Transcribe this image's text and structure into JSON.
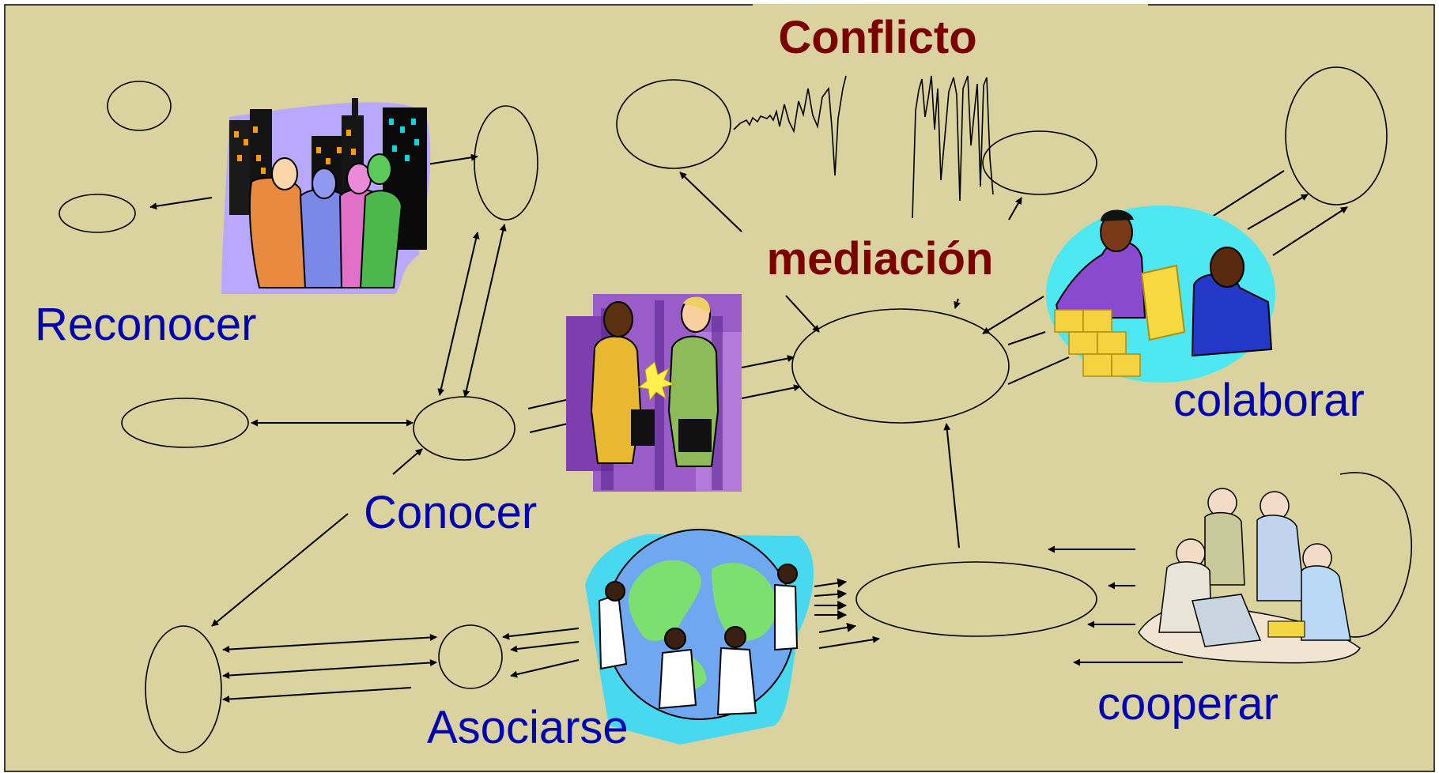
{
  "colors": {
    "background": "#DAD29F",
    "node_stroke": "#000000",
    "title_color": "#7B0000",
    "label_color": "#0000B4"
  },
  "title": "Conflicto",
  "center_label": "mediación",
  "labels": {
    "reconocer": "Reconocer",
    "conocer": "Conocer",
    "asociarse": "Asociarse",
    "colaborar": "colaborar",
    "cooperar": "cooperar"
  },
  "clipart": {
    "reconocer": "crowd-city-clipart",
    "conocer": "handshake-clipart",
    "asociarse": "world-children-clipart",
    "colaborar": "collaboration-clipart",
    "cooperar": "team-meeting-clipart"
  }
}
